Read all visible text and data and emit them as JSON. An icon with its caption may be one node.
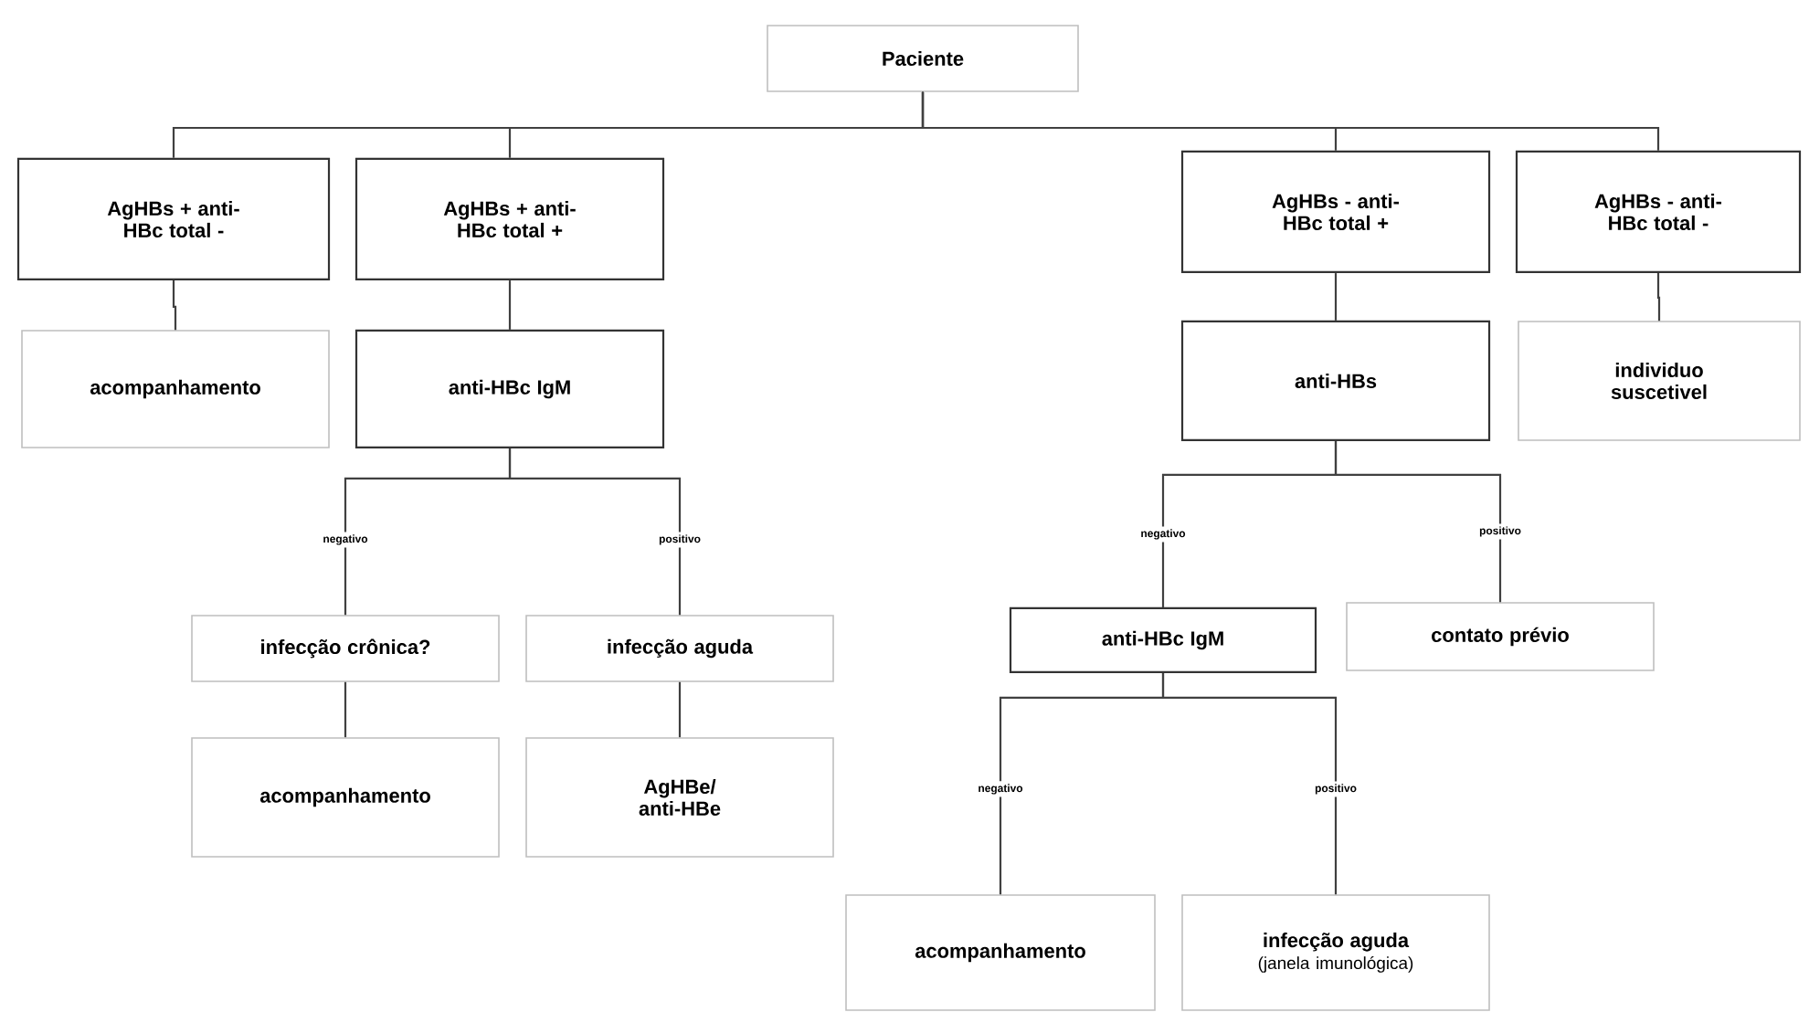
{
  "diagram": {
    "nodes": [
      {
        "text": [
          "Paciente"
        ]
      },
      {
        "text": [
          "AgHBs + anti-HBc total -"
        ]
      },
      {
        "text": [
          "AgHBs + anti-HBc total +"
        ]
      },
      {
        "text": [
          "AgHBs - anti-HBc total +"
        ]
      },
      {
        "text": [
          "AgHBs - anti-HBc total -"
        ]
      },
      {
        "text": [
          "acompanhamento"
        ]
      },
      {
        "text": [
          "anti-HBc IgM"
        ]
      },
      {
        "text": [
          "anti-HBs"
        ]
      },
      {
        "text": [
          "individuo suscetivel"
        ]
      },
      {
        "text": [
          "infecção crônica?"
        ]
      },
      {
        "text": [
          "infecção aguda"
        ]
      },
      {
        "text": [
          "acompanhamento"
        ]
      },
      {
        "text": [
          "AgHBe/ anti-HBe"
        ]
      },
      {
        "text": [
          "anti-HBc IgM"
        ]
      },
      {
        "text": [
          "contato prévio"
        ]
      },
      {
        "text": [
          "acompanhamento"
        ]
      },
      {
        "text": [
          "infecção aguda",
          "(janela imunológica)"
        ]
      }
    ],
    "edges": [
      {
        "from": 0,
        "to": 1,
        "arrow": "none"
      },
      {
        "from": 0,
        "to": 2,
        "arrow": "none"
      },
      {
        "from": 0,
        "to": 3,
        "arrow": "none"
      },
      {
        "from": 0,
        "to": 4,
        "arrow": "none"
      },
      {
        "from": 1,
        "to": 5,
        "arrow": "none"
      },
      {
        "from": 2,
        "to": 6,
        "arrow": "none"
      },
      {
        "from": 6,
        "to": 9,
        "label": "negativo",
        "arrow": "none"
      },
      {
        "from": 6,
        "to": 10,
        "label": "positivo",
        "arrow": "none"
      },
      {
        "from": 9,
        "to": 11,
        "arrow": "none"
      },
      {
        "from": 10,
        "to": 12,
        "arrow": "none"
      },
      {
        "from": 3,
        "to": 7,
        "arrow": "none"
      },
      {
        "from": 4,
        "to": 8,
        "arrow": "none"
      },
      {
        "from": 7,
        "to": 13,
        "label": "negativo",
        "arrow": "none"
      },
      {
        "from": 7,
        "to": 14,
        "label": "positivo",
        "arrow": "none"
      },
      {
        "from": 13,
        "to": 15,
        "label": "negativo",
        "arrow": "none"
      },
      {
        "from": 13,
        "to": 16,
        "label": "positivo",
        "arrow": "none"
      }
    ]
  }
}
